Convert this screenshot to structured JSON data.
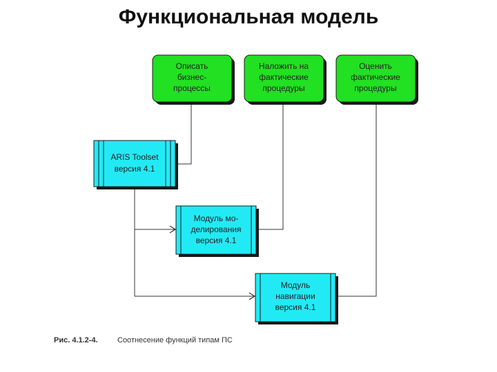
{
  "title": "Функциональная модель",
  "green_boxes": [
    {
      "lines": [
        "Описать",
        "бизнес-",
        "процессы"
      ]
    },
    {
      "lines": [
        "Наложить на",
        "фактические",
        "процедуры"
      ]
    },
    {
      "lines": [
        "Оценить",
        "фактические",
        "процедуры"
      ]
    }
  ],
  "cyan_boxes": [
    {
      "lines": [
        "ARIS Toolset",
        "версия 4.1"
      ]
    },
    {
      "lines": [
        "Модуль мо-",
        "делирования",
        "версия 4.1"
      ]
    },
    {
      "lines": [
        "Модуль",
        "навигации",
        "версия 4.1"
      ]
    }
  ],
  "caption": {
    "number": "Рис. 4.1.2-4.",
    "text": "Соотнесение функций типам ПС"
  },
  "colors": {
    "green_fill": "#22e022",
    "cyan_fill": "#22eaf5",
    "shadow": "#1a1a1a",
    "line": "#333333"
  }
}
